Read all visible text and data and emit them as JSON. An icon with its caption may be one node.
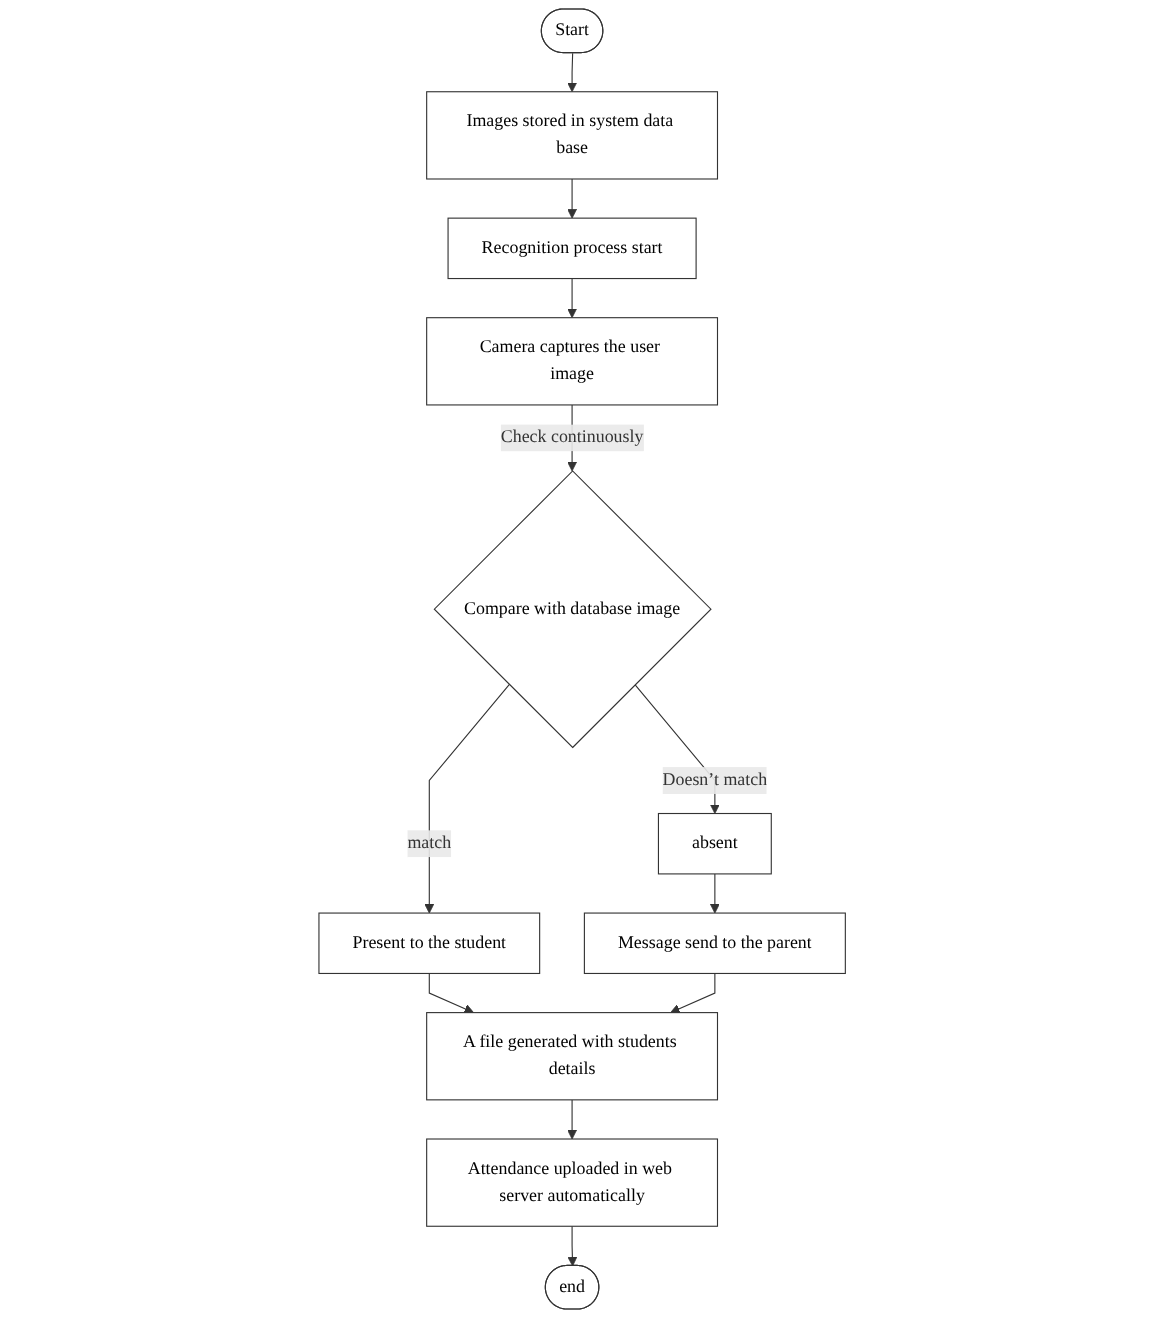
{
  "diagram": {
    "nodes": [
      {
        "text": [
          "Start"
        ]
      },
      {
        "text": [
          "Images stored in system data base"
        ]
      },
      {
        "text": [
          "Recognition process start"
        ]
      },
      {
        "text": [
          "Camera captures the user image"
        ]
      },
      {
        "text": [
          "Compare with database image"
        ]
      },
      {
        "text": [
          "Present to the student"
        ]
      },
      {
        "text": [
          "absent"
        ]
      },
      {
        "text": [
          "Message send to the parent"
        ]
      },
      {
        "text": [
          "A file generated with students details"
        ]
      },
      {
        "text": [
          "Attendance uploaded in web server automatically"
        ]
      },
      {
        "text": [
          "end"
        ]
      }
    ],
    "edges": [
      {
        "from": 0,
        "to": 1,
        "arrow": "to"
      },
      {
        "from": 1,
        "to": 2,
        "arrow": "to"
      },
      {
        "from": 2,
        "to": 3,
        "arrow": "to"
      },
      {
        "from": 3,
        "to": 4,
        "arrow": "to",
        "label": "Check continuously"
      },
      {
        "from": 4,
        "to": 5,
        "arrow": "to",
        "label": "match"
      },
      {
        "from": 4,
        "to": 6,
        "arrow": "to",
        "label": "Doesn’t match"
      },
      {
        "from": 5,
        "to": 8,
        "arrow": "to"
      },
      {
        "from": 6,
        "to": 7,
        "arrow": "to"
      },
      {
        "from": 7,
        "to": 8,
        "arrow": "to"
      },
      {
        "from": 8,
        "to": 9,
        "arrow": "to"
      },
      {
        "from": 9,
        "to": 10,
        "arrow": "to"
      }
    ]
  }
}
